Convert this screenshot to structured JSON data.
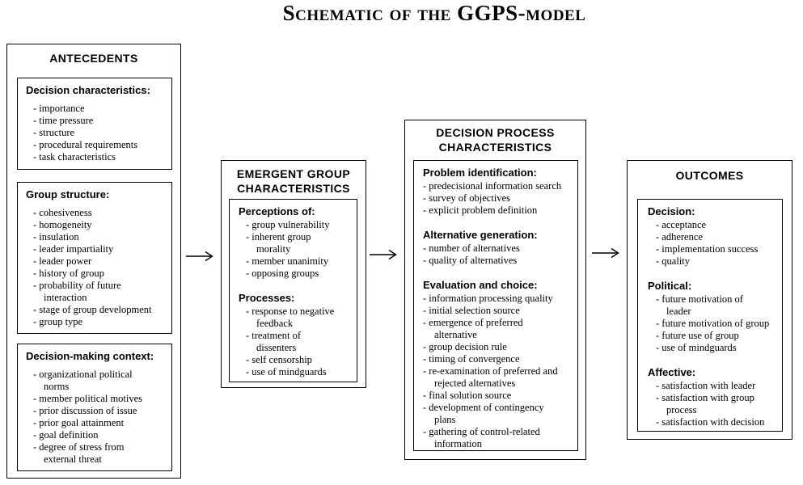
{
  "title": "Schematic of the GGPS-model",
  "colors": {
    "background": "#ffffff",
    "border": "#000000",
    "text": "#000000"
  },
  "columns": {
    "antecedents": {
      "header": "ANTECEDENTS",
      "sections": [
        {
          "heading": "Decision characteristics:",
          "items": [
            "importance",
            "time pressure",
            "structure",
            "procedural requirements",
            "task characteristics"
          ]
        },
        {
          "heading": "Group structure:",
          "items": [
            "cohesiveness",
            "homogeneity",
            "insulation",
            "leader impartiality",
            "leader power",
            "history of group",
            "probability of future\ninteraction",
            "stage of group development",
            "group type"
          ]
        },
        {
          "heading": "Decision-making context:",
          "items": [
            "organizational political\nnorms",
            "member political motives",
            "prior discussion of issue",
            "prior goal attainment",
            "goal definition",
            "degree of stress from\nexternal threat"
          ]
        }
      ]
    },
    "emergent": {
      "header_lines": [
        "EMERGENT GROUP",
        "CHARACTERISTICS"
      ],
      "sections": [
        {
          "heading": "Perceptions of:",
          "items": [
            "group vulnerability",
            "inherent group\nmorality",
            "member unanimity",
            "opposing groups"
          ]
        },
        {
          "heading": "Processes:",
          "items": [
            "response to negative\nfeedback",
            "treatment of\ndissenters",
            "self censorship",
            "use of mindguards"
          ]
        }
      ]
    },
    "process": {
      "header_lines": [
        "DECISION PROCESS",
        "CHARACTERISTICS"
      ],
      "sections": [
        {
          "heading": "Problem identification:",
          "items": [
            "predecisional information search",
            "survey of objectives",
            "explicit problem definition"
          ]
        },
        {
          "heading": "Alternative generation:",
          "items": [
            "number of alternatives",
            "quality of alternatives"
          ]
        },
        {
          "heading": "Evaluation and choice:",
          "items": [
            "information processing quality",
            "initial selection source",
            "emergence of preferred\nalternative",
            "group decision rule",
            "timing of convergence",
            "re-examination of preferred and\nrejected alternatives",
            "final solution source",
            "development of contingency\nplans",
            "gathering of control-related\ninformation"
          ]
        }
      ]
    },
    "outcomes": {
      "header": "OUTCOMES",
      "sections": [
        {
          "heading": "Decision:",
          "items": [
            "acceptance",
            "adherence",
            "implementation success",
            "quality"
          ]
        },
        {
          "heading": "Political:",
          "items": [
            "future motivation of\nleader",
            "future motivation of group",
            "future use of group",
            "use of mindguards"
          ]
        },
        {
          "heading": "Affective:",
          "items": [
            "satisfaction with leader",
            "satisfaction with group\nprocess",
            "satisfaction with decision"
          ]
        }
      ]
    }
  }
}
